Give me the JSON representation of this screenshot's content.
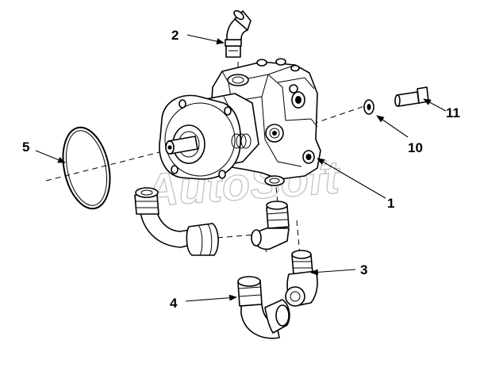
{
  "diagram": {
    "watermark": "AutoSoft",
    "callouts": [
      {
        "id": "pump",
        "label": "1"
      },
      {
        "id": "elbow-top",
        "label": "2"
      },
      {
        "id": "elbow-lower-right",
        "label": "3"
      },
      {
        "id": "elbow-lower-left",
        "label": "4"
      },
      {
        "id": "o-ring",
        "label": "5"
      },
      {
        "id": "washer",
        "label": "10"
      },
      {
        "id": "bolt",
        "label": "11"
      }
    ]
  }
}
